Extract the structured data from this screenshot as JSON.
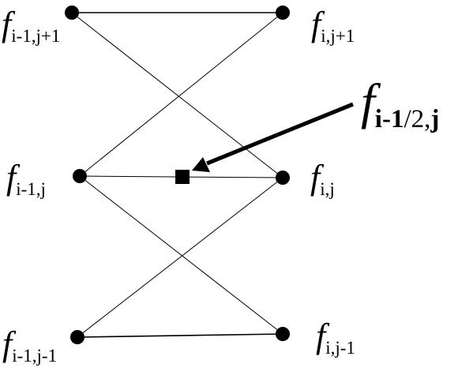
{
  "labels": {
    "top_left": {
      "base": "f",
      "sub": "i-1,j+1"
    },
    "top_right": {
      "base": "f",
      "sub": "i,j+1"
    },
    "mid_left": {
      "base": "f",
      "sub": "i-1,j"
    },
    "mid_right": {
      "base": "f",
      "sub": "i,j"
    },
    "bot_left": {
      "base": "f",
      "sub": "i-1,j-1"
    },
    "bot_right": {
      "base": "f",
      "sub": "i,j-1"
    },
    "interp": {
      "base": "f",
      "sub_part1": "i-1",
      "sub_part2": "/2,",
      "sub_part3": "j"
    }
  }
}
